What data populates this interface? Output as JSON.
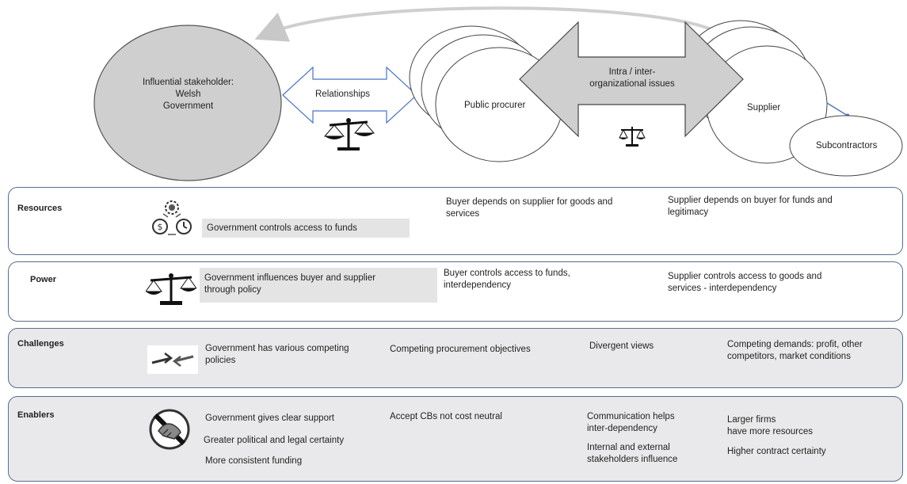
{
  "top": {
    "stakeholder": {
      "line1": "Influential stakeholder:",
      "line2": "Welsh",
      "line3": "Government"
    },
    "relationships": "Relationships",
    "public_procurer": "Public procurer",
    "intra_line1": "Intra / inter-",
    "intra_line2": "organizational issues",
    "supplier": "Supplier",
    "subcontractors": "Subcontractors"
  },
  "rows": {
    "resources": {
      "label": "Resources",
      "gov": "Government controls access to funds",
      "buyer_line1": "Buyer depends on supplier for goods and",
      "buyer_line2": "services",
      "supplier_line1": "Supplier depends on buyer for funds and",
      "supplier_line2": "legitimacy"
    },
    "power": {
      "label": "Power",
      "gov_line1": "Government influences buyer and supplier",
      "gov_line2": "through policy",
      "buyer_line1": "Buyer controls access to funds,",
      "buyer_line2": "interdependency",
      "supplier_line1": "Supplier controls access to goods and",
      "supplier_line2": "services - interdependency"
    },
    "challenges": {
      "label": "Challenges",
      "gov_line1": "Government has various competing",
      "gov_line2": "policies",
      "buyer": "Competing procurement objectives",
      "mid": "Divergent views",
      "supplier_line1": "Competing demands: profit,  other",
      "supplier_line2": "competitors, market conditions"
    },
    "enablers": {
      "label": "Enablers",
      "gov_1": "Government gives clear support",
      "gov_2": "Greater political and legal certainty",
      "gov_3": "More consistent funding",
      "buyer": "Accept CBs not cost neutral",
      "mid_1a": "Communication helps",
      "mid_1b": "inter-dependency",
      "mid_2a": "Internal and external",
      "mid_2b": "stakeholders influence",
      "sup_1a": "Larger firms",
      "sup_1b": "have more resources",
      "sup_2": "Higher contract certainty"
    }
  },
  "icons": [
    "scales-icon",
    "money-gear-icon",
    "crossed-arrows-icon",
    "handshake-icon"
  ]
}
